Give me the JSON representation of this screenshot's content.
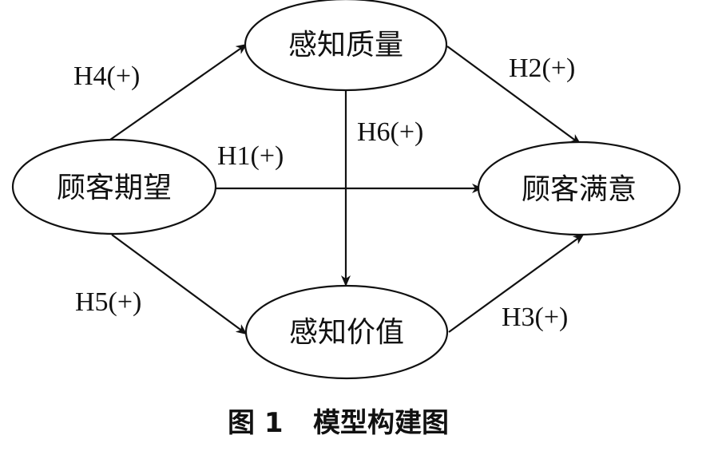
{
  "nodes": {
    "quality": "感知质量",
    "expectation": "顾客期望",
    "satisfaction": "顾客满意",
    "value": "感知价值"
  },
  "edges": {
    "h1": "H1(+)",
    "h2": "H2(+)",
    "h3": "H3(+)",
    "h4": "H4(+)",
    "h5": "H5(+)",
    "h6": "H6(+)"
  },
  "caption": {
    "figure": "图 1",
    "title": "模型构建图"
  }
}
